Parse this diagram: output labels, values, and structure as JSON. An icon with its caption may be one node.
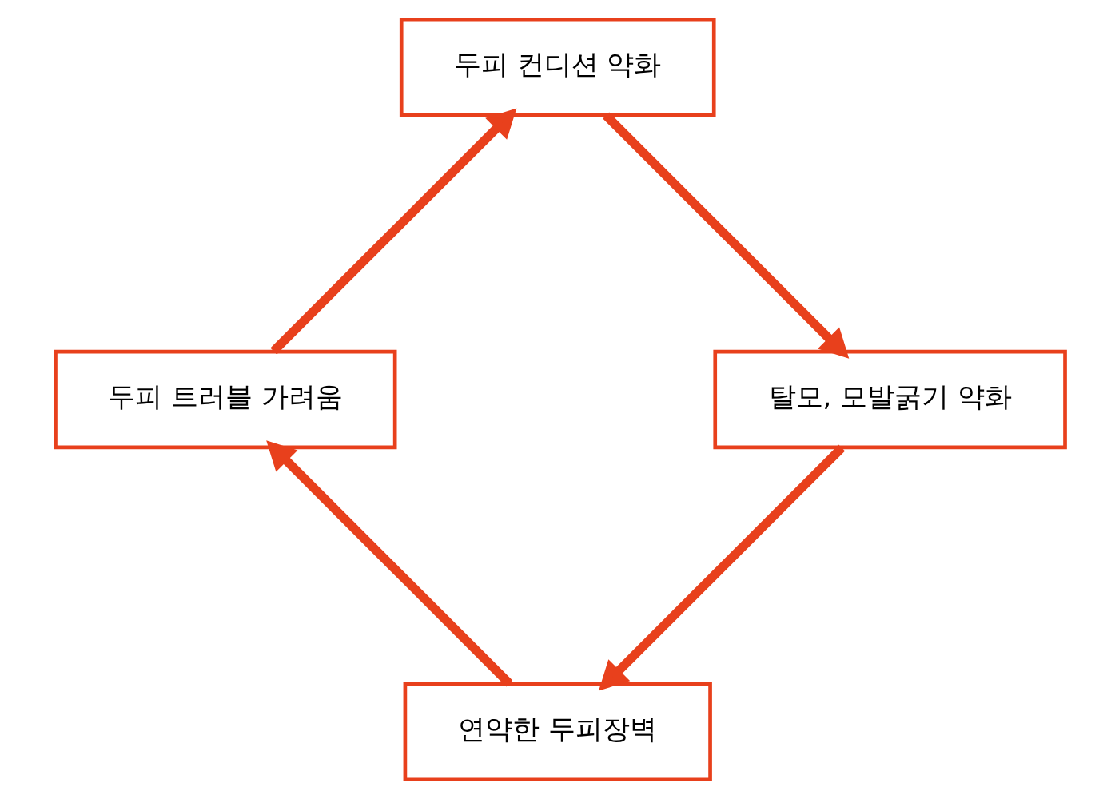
{
  "diagram": {
    "nodes": [
      {
        "text": [
          "연약한 두피장벽"
        ]
      },
      {
        "text": [
          "두피 트러블 가려움"
        ]
      },
      {
        "text": [
          "두피 컨디션 약화"
        ]
      },
      {
        "text": [
          "탈모, 모발굵기 약화"
        ]
      }
    ],
    "edges": [
      {
        "from": 0,
        "to": 1,
        "arrow": "to"
      },
      {
        "from": 1,
        "to": 2,
        "arrow": "to"
      },
      {
        "from": 2,
        "to": 3,
        "arrow": "to"
      },
      {
        "from": 3,
        "to": 0,
        "arrow": "to"
      }
    ]
  }
}
